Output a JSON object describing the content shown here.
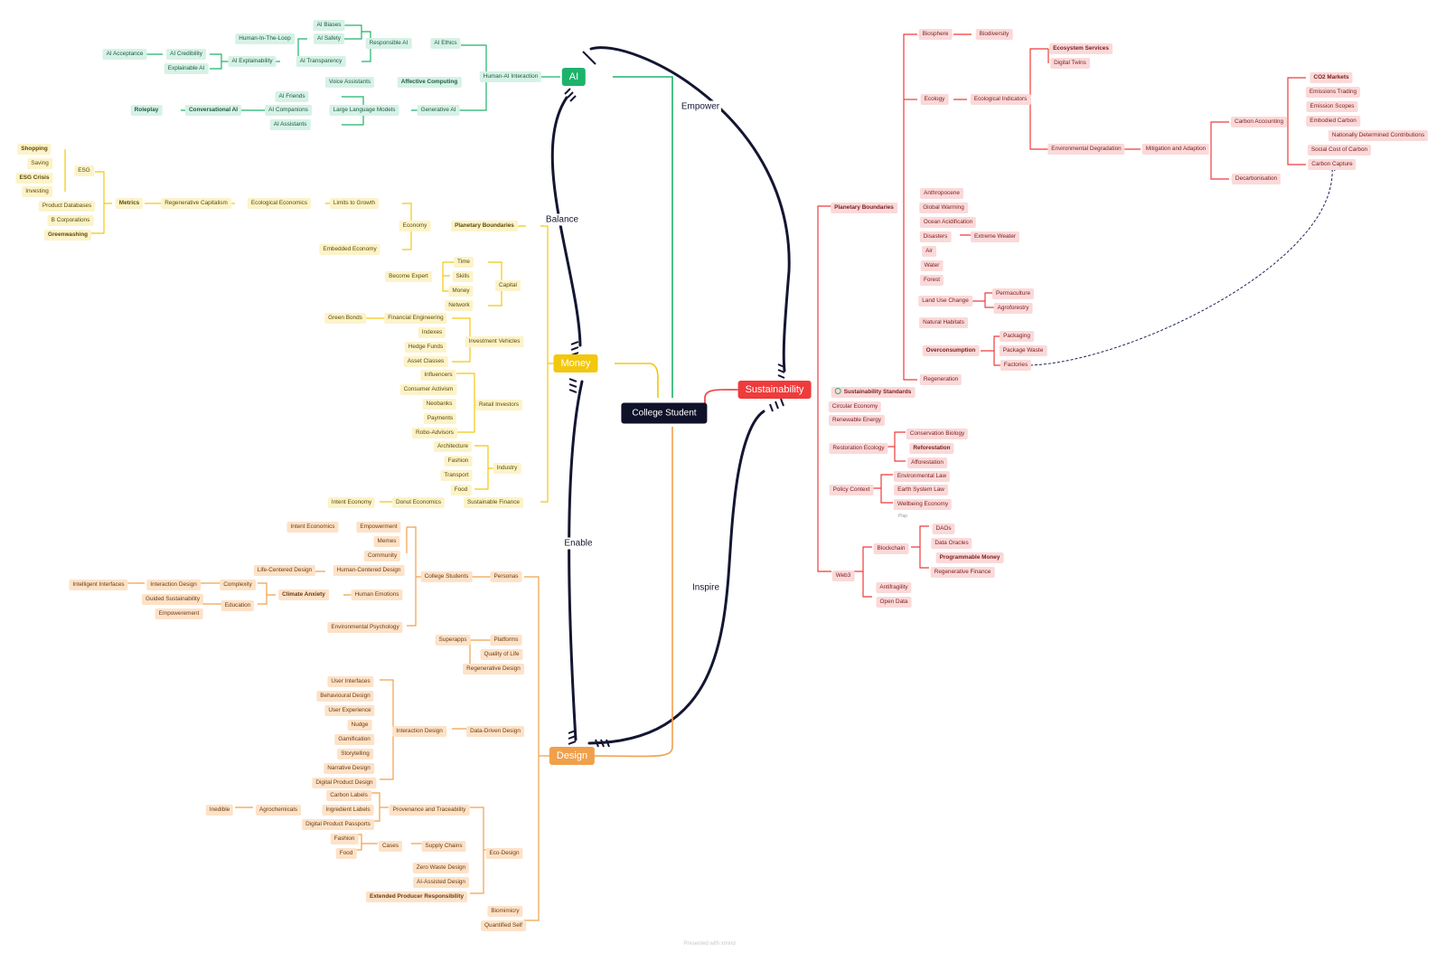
{
  "center": "College Student",
  "edge_labels": [
    "Empower",
    "Balance",
    "Enable",
    "Inspire"
  ],
  "main_topics": {
    "ai": {
      "label": "AI",
      "color": "#1db36b"
    },
    "money": {
      "label": "Money",
      "color": "#f2c70e"
    },
    "design": {
      "label": "Design",
      "color": "#f0a04b"
    },
    "sustainability": {
      "label": "Sustainability",
      "color": "#ef3b3b"
    }
  },
  "footer": "Presented with xmind",
  "note": "Plap",
  "ai": {
    "nodes": [
      "AI Acceptance",
      "AI Credibility",
      "Explainable AI",
      "AI Explainability",
      "Human-In-The-Loop",
      "AI Biases",
      "AI Safety",
      "AI Transparency",
      "Responsible AI",
      "AI Ethics",
      "Human-AI Interaction",
      "Voice Assistants",
      "Affective Computing",
      "Roleplay",
      "Conversational AI",
      "AI Friends",
      "AI Companions",
      "AI Assistants",
      "Large Language Models",
      "Generative AI"
    ]
  },
  "money": {
    "nodes": [
      "Shopping",
      "Saving",
      "ESG Crisis",
      "Investing",
      "ESG",
      "Product Databases",
      "B Corporations",
      "Greenwashing",
      "Metrics",
      "Regenerative Capitalism",
      "Ecological Economics",
      "Limits to Growth",
      "Economy",
      "Planetary Boundaries",
      "Embedded Economy",
      "Time",
      "Skills",
      "Money",
      "Network",
      "Become Expert",
      "Capital",
      "Green Bonds",
      "Financial Engineering",
      "Indexes",
      "Hedge Funds",
      "Asset Classes",
      "Investment Vehicles",
      "Influencers",
      "Consumer Activism",
      "Neobanks",
      "Payments",
      "Robo-Advisors",
      "Retail Investors",
      "Architecture",
      "Fashion",
      "Transport",
      "Food",
      "Industry",
      "Intent Economy",
      "Donut Economics",
      "Sustainable Finance"
    ]
  },
  "design": {
    "nodes": [
      "Intent Economics",
      "Empowerment",
      "Memes",
      "Community",
      "Life-Centered Design",
      "Human-Centered Design",
      "College Students",
      "Personas",
      "Intelligent Interfaces",
      "Interaction Design",
      "Complexity",
      "Guided Sustainability",
      "Climate Anxiety",
      "Human Emotions",
      "Education",
      "Empowerement",
      "Environmental Psychology",
      "Superapps",
      "Platforms",
      "Quality of Life",
      "Regenerative Design",
      "User Interfaces",
      "Behavioural Design",
      "User Experience",
      "Nudge",
      "Gamification",
      "Interaction Design",
      "Data-Driven Design",
      "Storytelling",
      "Narrative Design",
      "Digital Product Design",
      "Carbon Labels",
      "Inedible",
      "Agrochemicals",
      "Ingredient Labels",
      "Provenance and Traceability",
      "Digital Product Passports",
      "Fashion",
      "Cases",
      "Supply Chains",
      "Food",
      "Eco-Design",
      "Zero Waste Design",
      "AI-Assisted Design",
      "Extended Producer Responsibility",
      "Biomimicry",
      "Quantified Self"
    ]
  },
  "sustainability": {
    "nodes": [
      "Biosphere",
      "Biodiversity",
      "Ecosystem Services",
      "Digital Twins",
      "Ecology",
      "Ecological Indicators",
      "CO2 Markets",
      "Emissions Trading",
      "Emission Scopes",
      "Carbon Accounting",
      "Embodied Carbon",
      "Nationally Determined Contributions",
      "Environmental Degradation",
      "Mitigation and Adaption",
      "Social Cost of Carbon",
      "Carbon Capture",
      "Decarbonisation",
      "Planetary Boundaries",
      "Anthropocene",
      "Global Warming",
      "Ocean Acidification",
      "Disasters",
      "Extreme Weater",
      "Air",
      "Water",
      "Forest",
      "Land Use Change",
      "Permaculture",
      "Agroforestry",
      "Natural Habitats",
      "Overconsumption",
      "Packaging",
      "Package Waste",
      "Factories",
      "Regeneration",
      "Sustainability Standards",
      "Circular Economy",
      "Renewable Energy",
      "Restoration Ecology",
      "Conservation Biology",
      "Reforestation",
      "Afforestation",
      "Policy Context",
      "Environmental Law",
      "Earth System Law",
      "Wellbeing Economy",
      "DAOs",
      "Data Oracles",
      "Blockchain",
      "Programmable Money",
      "Regenerative Finance",
      "Web3",
      "Antifragility",
      "Open Data"
    ]
  }
}
